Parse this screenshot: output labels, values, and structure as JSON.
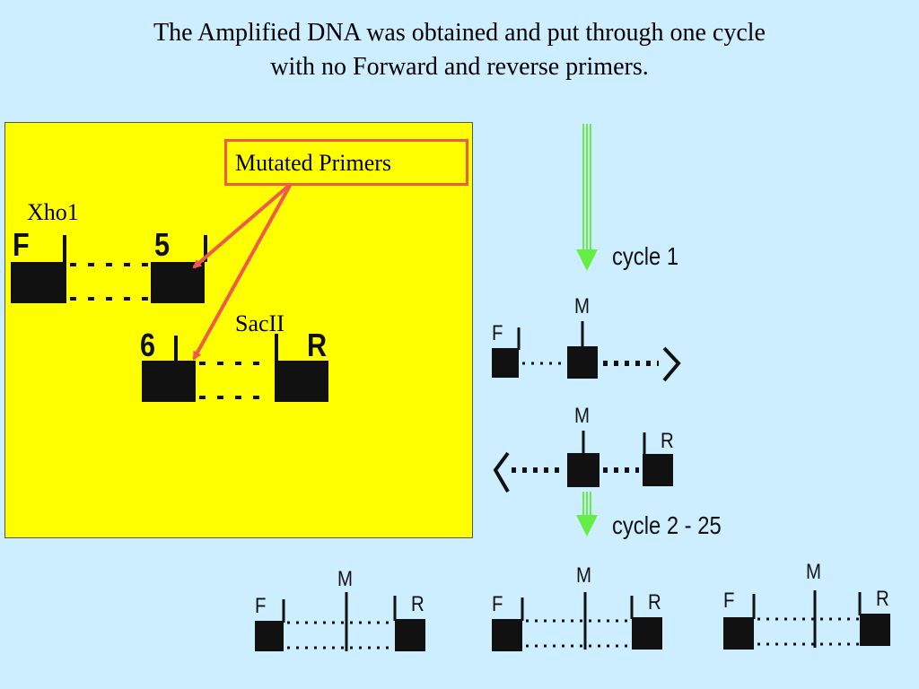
{
  "title": {
    "line1": "The Amplified DNA was obtained and put through one cycle",
    "line2": "with no Forward and reverse primers."
  },
  "left_panel": {
    "mutated_primers_label": "Mutated Primers",
    "xho1_label": "Xho1",
    "sacii_label": "SacII",
    "primer_f": "F",
    "primer_5": "5",
    "primer_6": "6",
    "primer_r": "R"
  },
  "right_panel": {
    "cycle1_label": "cycle 1",
    "cycle2_label": "cycle 2 - 25",
    "m_label": "M",
    "f_label": "F",
    "r_label": "R"
  },
  "colors": {
    "background": "#cceeff",
    "panel": "#ffff00",
    "arrow_red": "#f05a4a",
    "arrow_green": "#66ee44"
  }
}
